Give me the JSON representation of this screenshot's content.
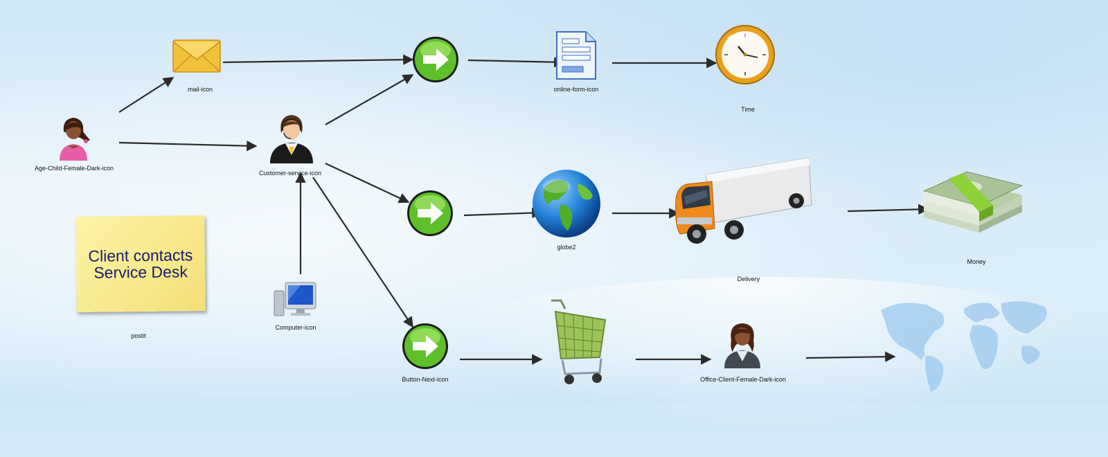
{
  "diagram": {
    "colors": {
      "arrow": "#2b2b2b",
      "next_button_green": "#5fbf2a",
      "postit_yellow": "#f7e98b",
      "postit_text": "#1a1a6e",
      "clock_gold": "#e8a21a",
      "truck_orange": "#f08a1c"
    },
    "nodes": {
      "child": {
        "label": "Age-Child-Female-Dark-icon",
        "icon": "child-female-icon"
      },
      "mail": {
        "label": "mail-icon",
        "icon": "mail-icon"
      },
      "agent": {
        "label": "Customer-service-icon",
        "icon": "customer-service-icon"
      },
      "computer": {
        "label": "Computer-icon",
        "icon": "computer-icon"
      },
      "postit": {
        "label": "postit",
        "text": "Client contacts Service Desk"
      },
      "next_top": {
        "icon": "next-arrow-icon"
      },
      "next_middle": {
        "icon": "next-arrow-icon"
      },
      "next_bottom": {
        "label": "Button-Next-icon",
        "icon": "next-arrow-icon"
      },
      "form": {
        "label": "online-form-icon",
        "icon": "online-form-icon"
      },
      "clock": {
        "label": "Time",
        "icon": "clock-icon"
      },
      "globe": {
        "label": "globe2",
        "icon": "globe-icon"
      },
      "truck": {
        "label": "Delivery",
        "icon": "truck-icon"
      },
      "money": {
        "label": "Money",
        "icon": "money-icon"
      },
      "cart": {
        "icon": "shopping-cart-icon"
      },
      "office_client": {
        "label": "Office-Client-Female-Dark-icon",
        "icon": "office-client-female-icon"
      },
      "world_map": {
        "icon": "world-map-icon"
      }
    }
  }
}
